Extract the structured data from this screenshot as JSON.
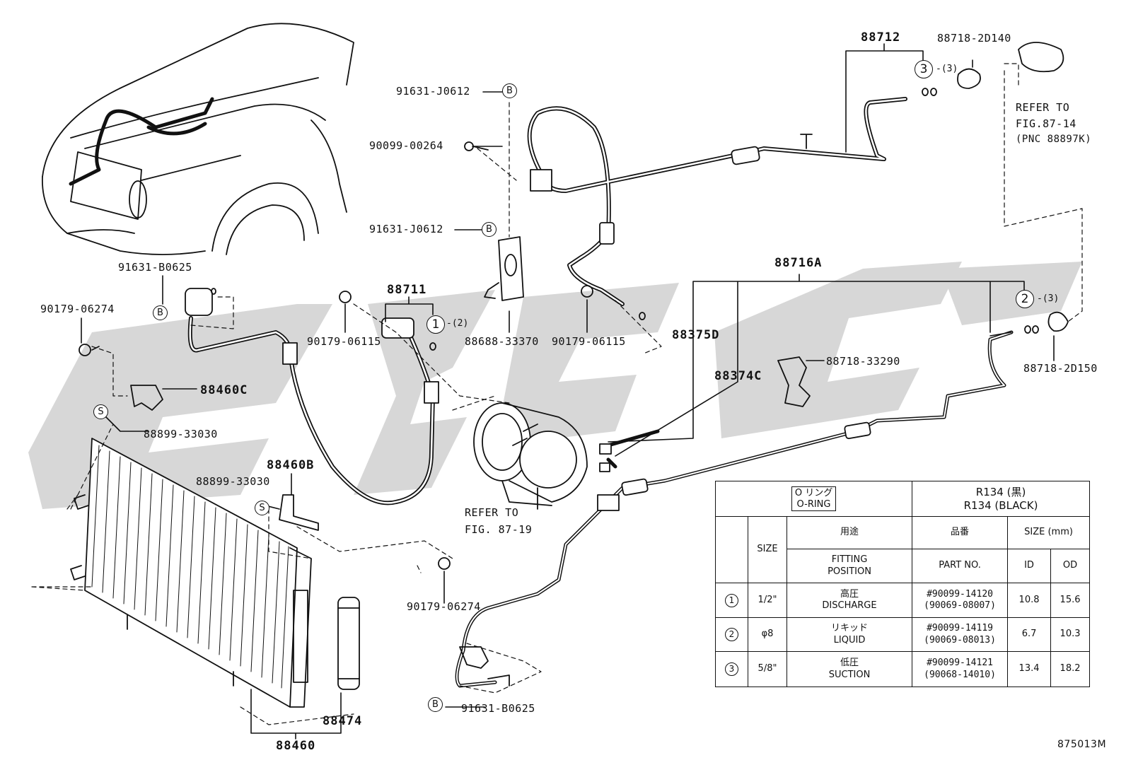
{
  "diagram_code": "875013M",
  "labels": {
    "p88712": "88712",
    "p88718_2D140": "88718-2D140",
    "refer_87_14_l1": "REFER TO",
    "refer_87_14_l2": "FIG.87-14",
    "refer_87_14_l3": "(PNC 88897K)",
    "p91631_J0612_a": "91631-J0612",
    "p90099_00264": "90099-00264",
    "p91631_J0612_b": "91631-J0612",
    "p91631_B0625_top": "91631-B0625",
    "p90179_06274_left": "90179-06274",
    "p88711": "88711",
    "p90179_06115_a": "90179-06115",
    "p88688_33370": "88688-33370",
    "p90179_06115_b": "90179-06115",
    "p88716A": "88716A",
    "p88375D": "88375D",
    "p88374C": "88374C",
    "p88718_33290": "88718-33290",
    "p88718_2D150": "88718-2D150",
    "p88460C": "88460C",
    "p88899_33030_a": "88899-33030",
    "p88460B": "88460B",
    "p88899_33030_b": "88899-33030",
    "refer_87_19_l1": "REFER TO",
    "refer_87_19_l2": "FIG. 87-19",
    "p90179_06274_bottom": "90179-06274",
    "p91631_B0625_bottom": "91631-B0625",
    "p88474": "88474",
    "p88460": "88460"
  },
  "callouts": {
    "b": "B",
    "s": "S",
    "one": "1",
    "two": "2",
    "three": "3",
    "qty_2": "-(2)",
    "qty_3a": "-(3)",
    "qty_3b": "-(3)"
  },
  "table": {
    "oring_jp": "O リング",
    "oring_en": "O-RING",
    "refrigerant_jp": "R134 (黒)",
    "refrigerant_en": "R134 (BLACK)",
    "col_size": "SIZE",
    "col_fitting_jp": "用途",
    "col_fitting_en_1": "FITTING",
    "col_fitting_en_2": "POSITION",
    "col_part_jp": "品番",
    "col_part_en": "PART NO.",
    "col_size_mm": "SIZE (mm)",
    "col_id": "ID",
    "col_od": "OD",
    "rows": [
      {
        "num": "1",
        "size": "1/2\"",
        "pos_jp": "高圧",
        "pos_en": "DISCHARGE",
        "part_1": "#90099-14120",
        "part_2": "(90069-08007)",
        "id": "10.8",
        "od": "15.6"
      },
      {
        "num": "2",
        "size": "φ8",
        "pos_jp": "リキッド",
        "pos_en": "LIQUID",
        "part_1": "#90099-14119",
        "part_2": "(90069-08013)",
        "id": "6.7",
        "od": "10.3"
      },
      {
        "num": "3",
        "size": "5/8\"",
        "pos_jp": "低圧",
        "pos_en": "SUCTION",
        "part_1": "#90099-14121",
        "part_2": "(90068-14010)",
        "id": "13.4",
        "od": "18.2"
      }
    ]
  }
}
